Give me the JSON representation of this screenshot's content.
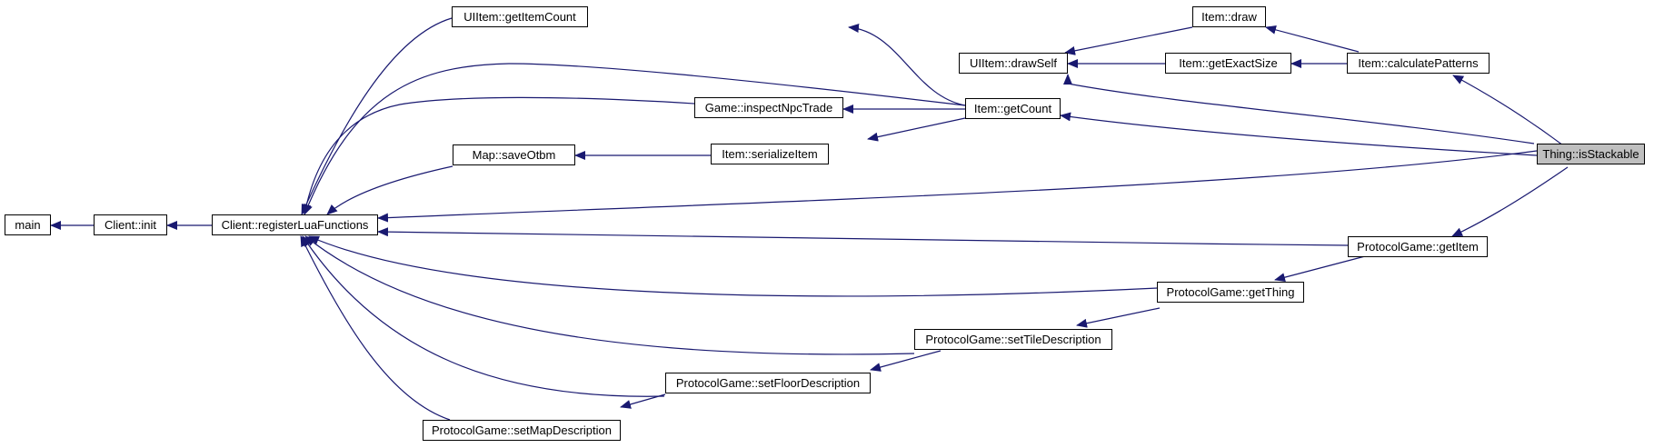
{
  "colors": {
    "edge": "#191970",
    "node_border": "#000000",
    "node_fill": "#ffffff",
    "root_fill": "#bfbfbf"
  },
  "graph": {
    "root": "Thing::isStackable",
    "nodes": [
      {
        "id": "main",
        "label": "main"
      },
      {
        "id": "client_init",
        "label": "Client::init"
      },
      {
        "id": "client_reg",
        "label": "Client::registerLuaFunctions"
      },
      {
        "id": "uiitem_getcount",
        "label": "UIItem::getItemCount"
      },
      {
        "id": "game_inspect",
        "label": "Game::inspectNpcTrade"
      },
      {
        "id": "map_save",
        "label": "Map::saveOtbm"
      },
      {
        "id": "pg_setmap",
        "label": "ProtocolGame::setMapDescription"
      },
      {
        "id": "pg_setfloor",
        "label": "ProtocolGame::setFloorDescription"
      },
      {
        "id": "pg_settile",
        "label": "ProtocolGame::setTileDescription"
      },
      {
        "id": "uiitem_drawself",
        "label": "UIItem::drawSelf"
      },
      {
        "id": "item_serialize",
        "label": "Item::serializeItem"
      },
      {
        "id": "item_getcount",
        "label": "Item::getCount"
      },
      {
        "id": "pg_getthing",
        "label": "ProtocolGame::getThing"
      },
      {
        "id": "item_draw",
        "label": "Item::draw"
      },
      {
        "id": "item_exactsize",
        "label": "Item::getExactSize"
      },
      {
        "id": "item_patterns",
        "label": "Item::calculatePatterns"
      },
      {
        "id": "pg_getitem",
        "label": "ProtocolGame::getItem"
      },
      {
        "id": "thing_stackable",
        "label": "Thing::isStackable"
      }
    ]
  }
}
